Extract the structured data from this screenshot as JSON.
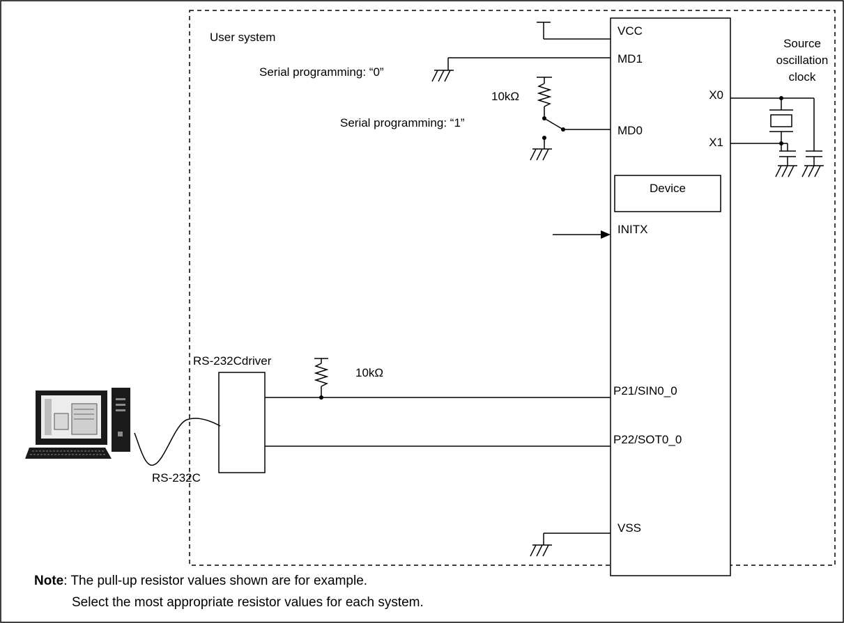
{
  "labels": {
    "user_system": "User system",
    "serial_prog_0": "Serial programming: “0”",
    "serial_prog_1": "Serial programming: “1”",
    "res_md0": "10kΩ",
    "res_sin": "10kΩ",
    "source_osc_line1": "Source",
    "source_osc_line2": "oscillation",
    "source_osc_line3": "clock",
    "rs232_driver": "RS-232Cdriver",
    "rs232": "RS-232C",
    "device": "Device"
  },
  "pins": {
    "vcc": "VCC",
    "md1": "MD1",
    "md0": "MD0",
    "x0": "X0",
    "x1": "X1",
    "initx": "INITX",
    "sin": "P21/SIN0_0",
    "sot": "P22/SOT0_0",
    "vss": "VSS"
  },
  "note": {
    "bold": "Note",
    "line1": ": The pull-up resistor values shown are for example.",
    "line2": "Select the most appropriate resistor values for each system."
  }
}
